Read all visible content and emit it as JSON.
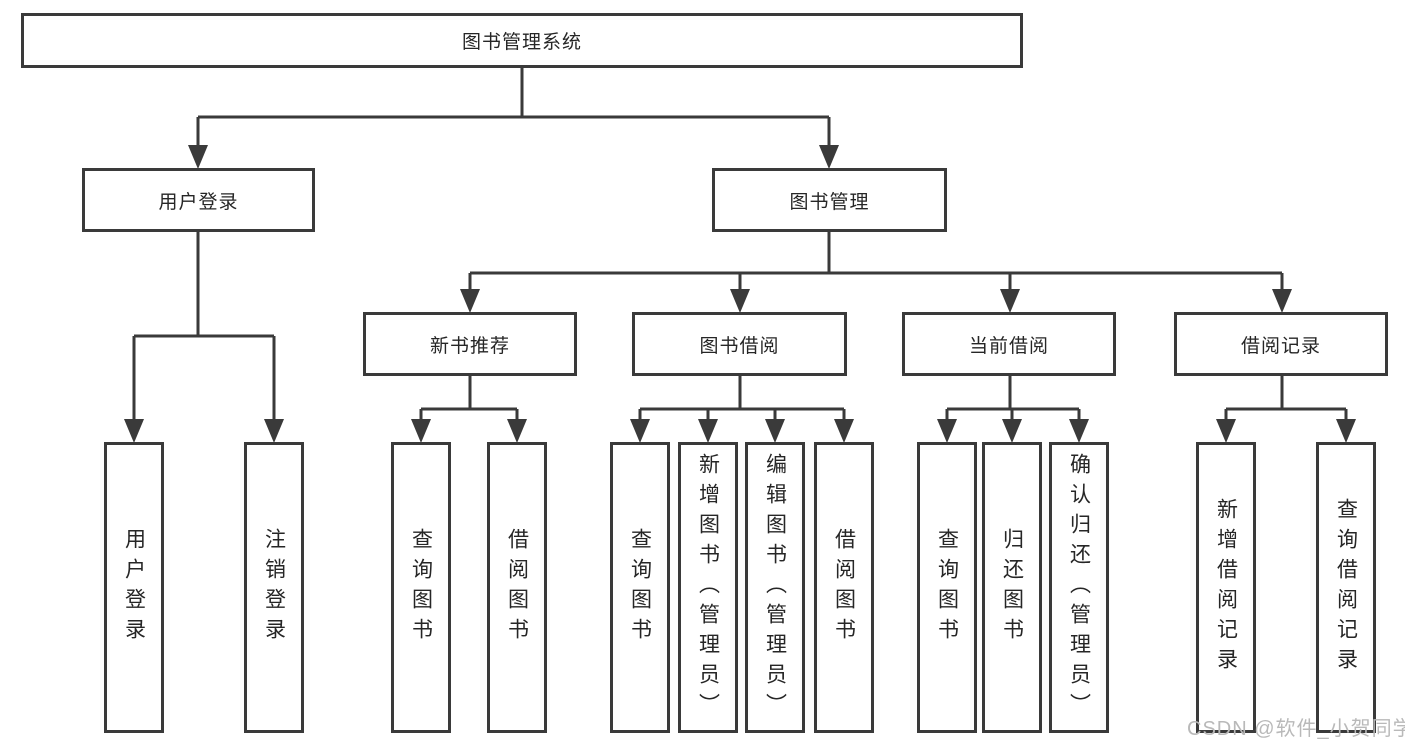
{
  "nodes": {
    "root": {
      "label": "图书管理系统"
    },
    "user_login": {
      "label": "用户登录"
    },
    "book_mgmt": {
      "label": "图书管理"
    },
    "new_book_rec": {
      "label": "新书推荐"
    },
    "book_borrow": {
      "label": "图书借阅"
    },
    "current_borrow": {
      "label": "当前借阅"
    },
    "borrow_records": {
      "label": "借阅记录"
    },
    "leaf_user_login": {
      "label": "用户登录"
    },
    "leaf_logout": {
      "label": "注销登录"
    },
    "leaf_query_book_rec": {
      "label": "查询图书"
    },
    "leaf_borrow_book_rec": {
      "label": "借阅图书"
    },
    "leaf_query_book_borrow": {
      "label": "查询图书"
    },
    "leaf_add_book_admin": {
      "label": "新增图书（管理员）"
    },
    "leaf_edit_book_admin": {
      "label": "编辑图书（管理员）"
    },
    "leaf_borrow_book_borrow": {
      "label": "借阅图书"
    },
    "leaf_query_book_current": {
      "label": "查询图书"
    },
    "leaf_return_book": {
      "label": "归还图书"
    },
    "leaf_confirm_return_admin": {
      "label": "确认归还（管理员）"
    },
    "leaf_add_borrow_record": {
      "label": "新增借阅记录"
    },
    "leaf_query_borrow_record": {
      "label": "查询借阅记录"
    }
  },
  "watermark": {
    "text": "CSDN @软件_小贺同学"
  },
  "colors": {
    "line": "#3a3a3a",
    "text": "#262626",
    "watermark": "#b9b9b9",
    "background": "#ffffff"
  }
}
